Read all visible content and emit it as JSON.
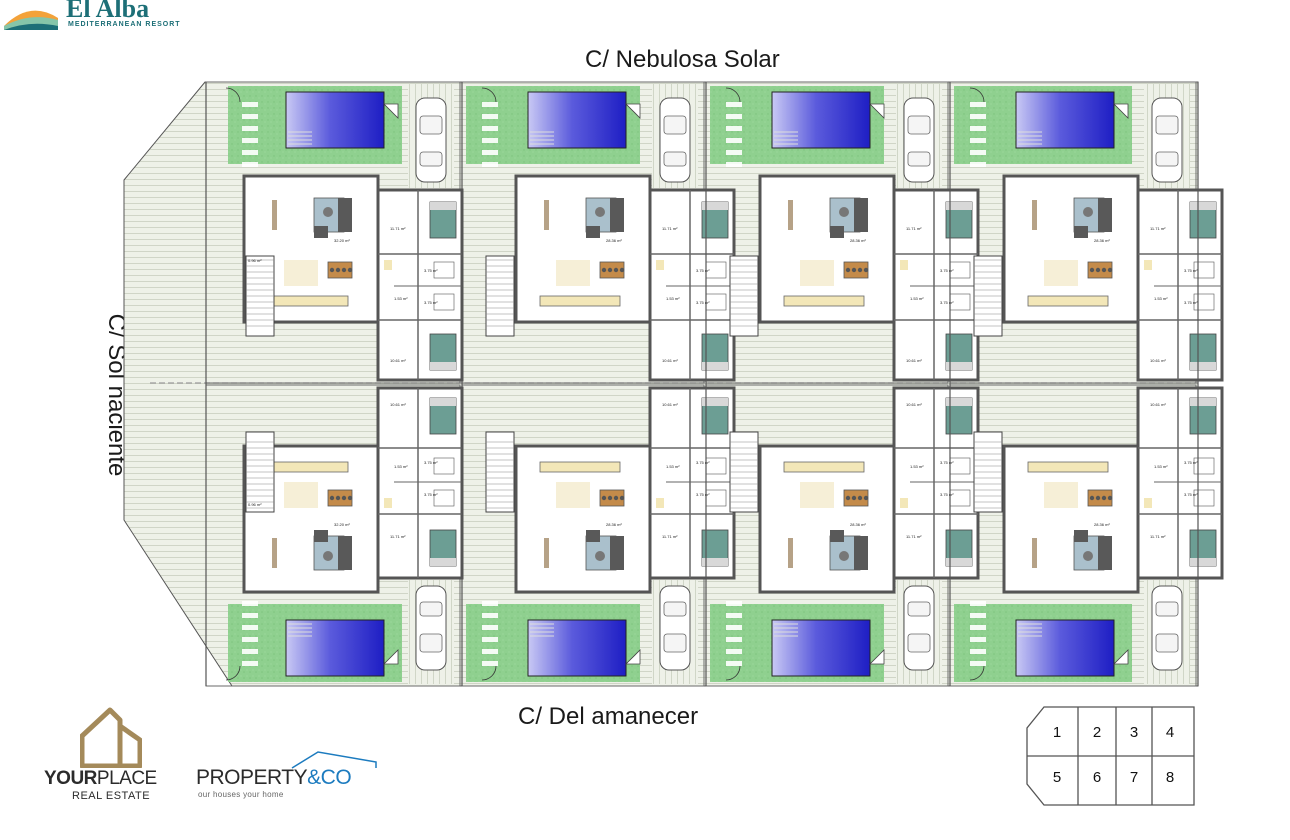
{
  "branding": {
    "resort_name": "El Alba",
    "resort_tagline": "MEDITERRANEAN RESORT",
    "agency_1_name_bold": "YOUR",
    "agency_1_name_thin": "PLACE",
    "agency_1_sub": "REAL ESTATE",
    "agency_2_name": "PROPERTY",
    "agency_2_suffix": "&CO",
    "agency_2_sub": "our houses your home"
  },
  "streets": {
    "top": "C/ Nebulosa Solar",
    "bottom": "C/ Del amanecer",
    "left": "C/ Sol naciente"
  },
  "units": {
    "top_row": [
      {
        "living_area": "32.20 m²",
        "bedroom_1": "11.71 m²",
        "bedroom_2": "10.61 m²",
        "bath_1": "3.75 m²",
        "bath_2": "3.75 m²",
        "hall": "1.53 m²",
        "storage": "0.96 m²"
      },
      {
        "living_area": "28.36 m²",
        "bedroom_1": "11.71 m²",
        "bedroom_2": "10.61 m²",
        "bath_1": "3.75 m²",
        "bath_2": "3.75 m²",
        "hall": "1.53 m²",
        "storage": ""
      },
      {
        "living_area": "28.36 m²",
        "bedroom_1": "11.71 m²",
        "bedroom_2": "10.61 m²",
        "bath_1": "3.75 m²",
        "bath_2": "3.75 m²",
        "hall": "1.53 m²",
        "storage": ""
      },
      {
        "living_area": "28.36 m²",
        "bedroom_1": "11.71 m²",
        "bedroom_2": "10.61 m²",
        "bath_1": "3.75 m²",
        "bath_2": "3.75 m²",
        "hall": "1.53 m²",
        "storage": ""
      }
    ],
    "bottom_row": [
      {
        "living_area": "32.20 m²",
        "bedroom_1": "11.71 m²",
        "bedroom_2": "10.61 m²",
        "bath_1": "3.75 m²",
        "bath_2": "3.75 m²",
        "hall": "1.53 m²",
        "storage": "0.96 m²"
      },
      {
        "living_area": "28.36 m²",
        "bedroom_1": "11.71 m²",
        "bedroom_2": "10.61 m²",
        "bath_1": "3.75 m²",
        "bath_2": "3.75 m²",
        "hall": "1.53 m²",
        "storage": ""
      },
      {
        "living_area": "28.36 m²",
        "bedroom_1": "11.71 m²",
        "bedroom_2": "10.61 m²",
        "bath_1": "3.75 m²",
        "bath_2": "3.75 m²",
        "hall": "1.53 m²",
        "storage": ""
      },
      {
        "living_area": "28.36 m²",
        "bedroom_1": "11.71 m²",
        "bedroom_2": "10.61 m²",
        "bath_1": "3.75 m²",
        "bath_2": "3.75 m²",
        "hall": "1.53 m²",
        "storage": ""
      }
    ]
  },
  "key_plan": {
    "lots_top": [
      "1",
      "2",
      "3",
      "4"
    ],
    "lots_bottom": [
      "5",
      "6",
      "7",
      "8"
    ]
  },
  "colors": {
    "garden": "#8fd08f",
    "terrace": "#e9ede2",
    "pool_dark": "#2121c7",
    "pool_light": "#a6a6ee",
    "wall": "#555555",
    "brand_teal": "#1d6f77",
    "brand_gold": "#a48a5a"
  }
}
